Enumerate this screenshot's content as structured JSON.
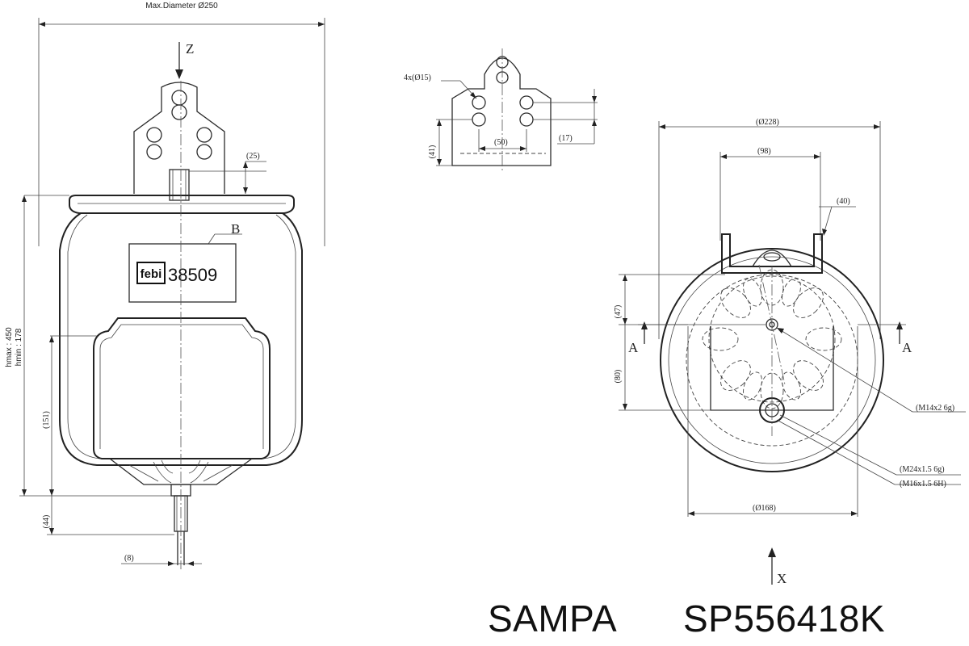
{
  "labels": {
    "max_diameter": "Max.Diameter Ø250",
    "z_axis": "Z",
    "x_axis": "X",
    "hmax": "hmax : 450",
    "hmin": "hmin : 178",
    "dim_25": "(25)",
    "dim_151": "(151)",
    "dim_44": "(44)",
    "dim_8": "(8)",
    "callout_b": "B",
    "holes": "4x(Ø15)",
    "dim_50": "(50)",
    "dim_41": "(41)",
    "dim_17": "(17)",
    "dim_228": "(Ø228)",
    "dim_98": "(98)",
    "dim_40": "(40)",
    "dim_47": "(47)",
    "dim_80": "(80)",
    "dim_168": "(Ø168)",
    "section_a_left": "A",
    "section_a_right": "A",
    "thread_m14": "(M14x2 6g)",
    "thread_m24": "(M24x1.5 6g)",
    "thread_m16": "(M16x1.5 6H)"
  },
  "brand_label": {
    "logo": "febi",
    "part_number": "38509"
  },
  "caption": {
    "brand": "SAMPA",
    "part_code": "SP556418K"
  }
}
